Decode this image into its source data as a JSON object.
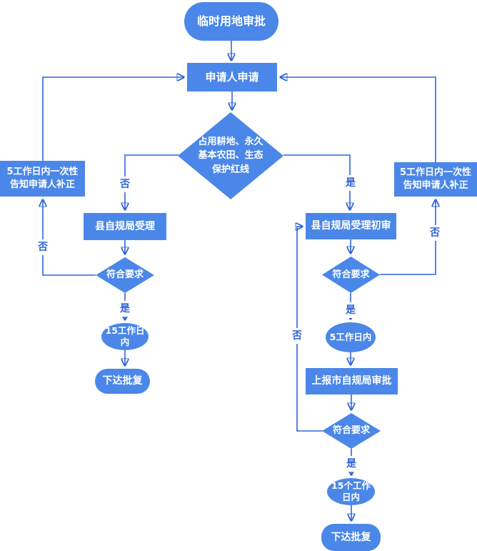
{
  "diagram": {
    "start": "临时用地审批",
    "apply": "申请人申请",
    "occupy_check": {
      "line1": "占用耕地、永久",
      "line2": "基本农田、生态",
      "line3": "保护红线"
    },
    "left_notice": {
      "line1": "5工作日内一次性",
      "line2": "告知申请人补正"
    },
    "right_notice": {
      "line1": "5工作日内一次性",
      "line2": "告知申请人补正"
    },
    "county_accept": "县自规局受理",
    "county_initial_review": "县自规局受理初审",
    "check_left": "符合要求",
    "check_right": "符合要求",
    "check_bottom": "符合要求",
    "ellipse_left": {
      "line1": "15工作日",
      "line2": "内"
    },
    "ellipse_right": "5工作日内",
    "ellipse_bottom": {
      "line1": "15个工作",
      "line2": "日内"
    },
    "report_city": "上报市自规局审批",
    "issue_left": "下达批复",
    "issue_bottom": "下达批复"
  },
  "edge_labels": {
    "yes": "是",
    "no": "否"
  },
  "colors": {
    "shape_fill": "#4a87e8",
    "shape_text": "#ffffff",
    "connector": "#2f65d8",
    "edge_label_text": "#2f65d8",
    "edge_label_bg": "#ffffff",
    "background": "#ffffff"
  }
}
